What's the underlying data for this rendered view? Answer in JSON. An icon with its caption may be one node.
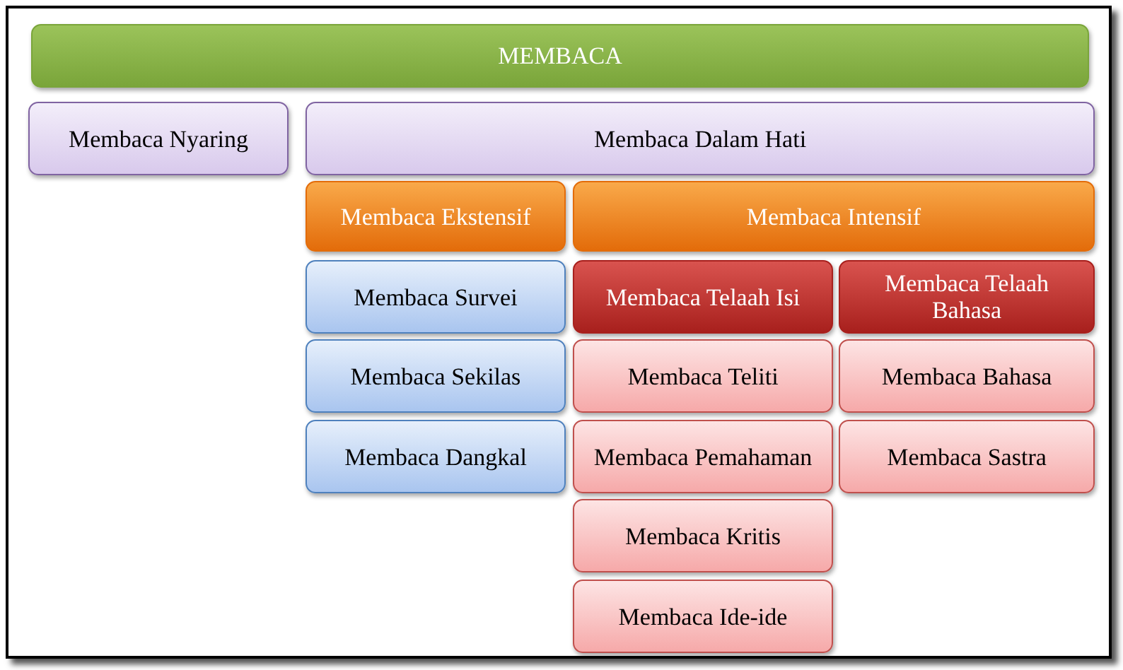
{
  "diagram": {
    "nodes": [
      {
        "text": [
          "MEMBACA"
        ]
      },
      {
        "text": [
          "Membaca Nyaring"
        ]
      },
      {
        "text": [
          "Membaca Dalam Hati"
        ]
      },
      {
        "text": [
          "Membaca Ekstensif"
        ]
      },
      {
        "text": [
          "Membaca Intensif"
        ]
      },
      {
        "text": [
          "Membaca Survei"
        ]
      },
      {
        "text": [
          "Membaca Sekilas"
        ]
      },
      {
        "text": [
          "Membaca Dangkal"
        ]
      },
      {
        "text": [
          "Membaca Telaah Isi"
        ]
      },
      {
        "text": [
          "Membaca Telaah Bahasa"
        ]
      },
      {
        "text": [
          "Membaca Teliti"
        ]
      },
      {
        "text": [
          "Membaca Pemahaman"
        ]
      },
      {
        "text": [
          "Membaca Kritis"
        ]
      },
      {
        "text": [
          "Membaca Ide-ide"
        ]
      },
      {
        "text": [
          "Membaca Bahasa"
        ]
      },
      {
        "text": [
          "Membaca Sastra"
        ]
      }
    ]
  }
}
